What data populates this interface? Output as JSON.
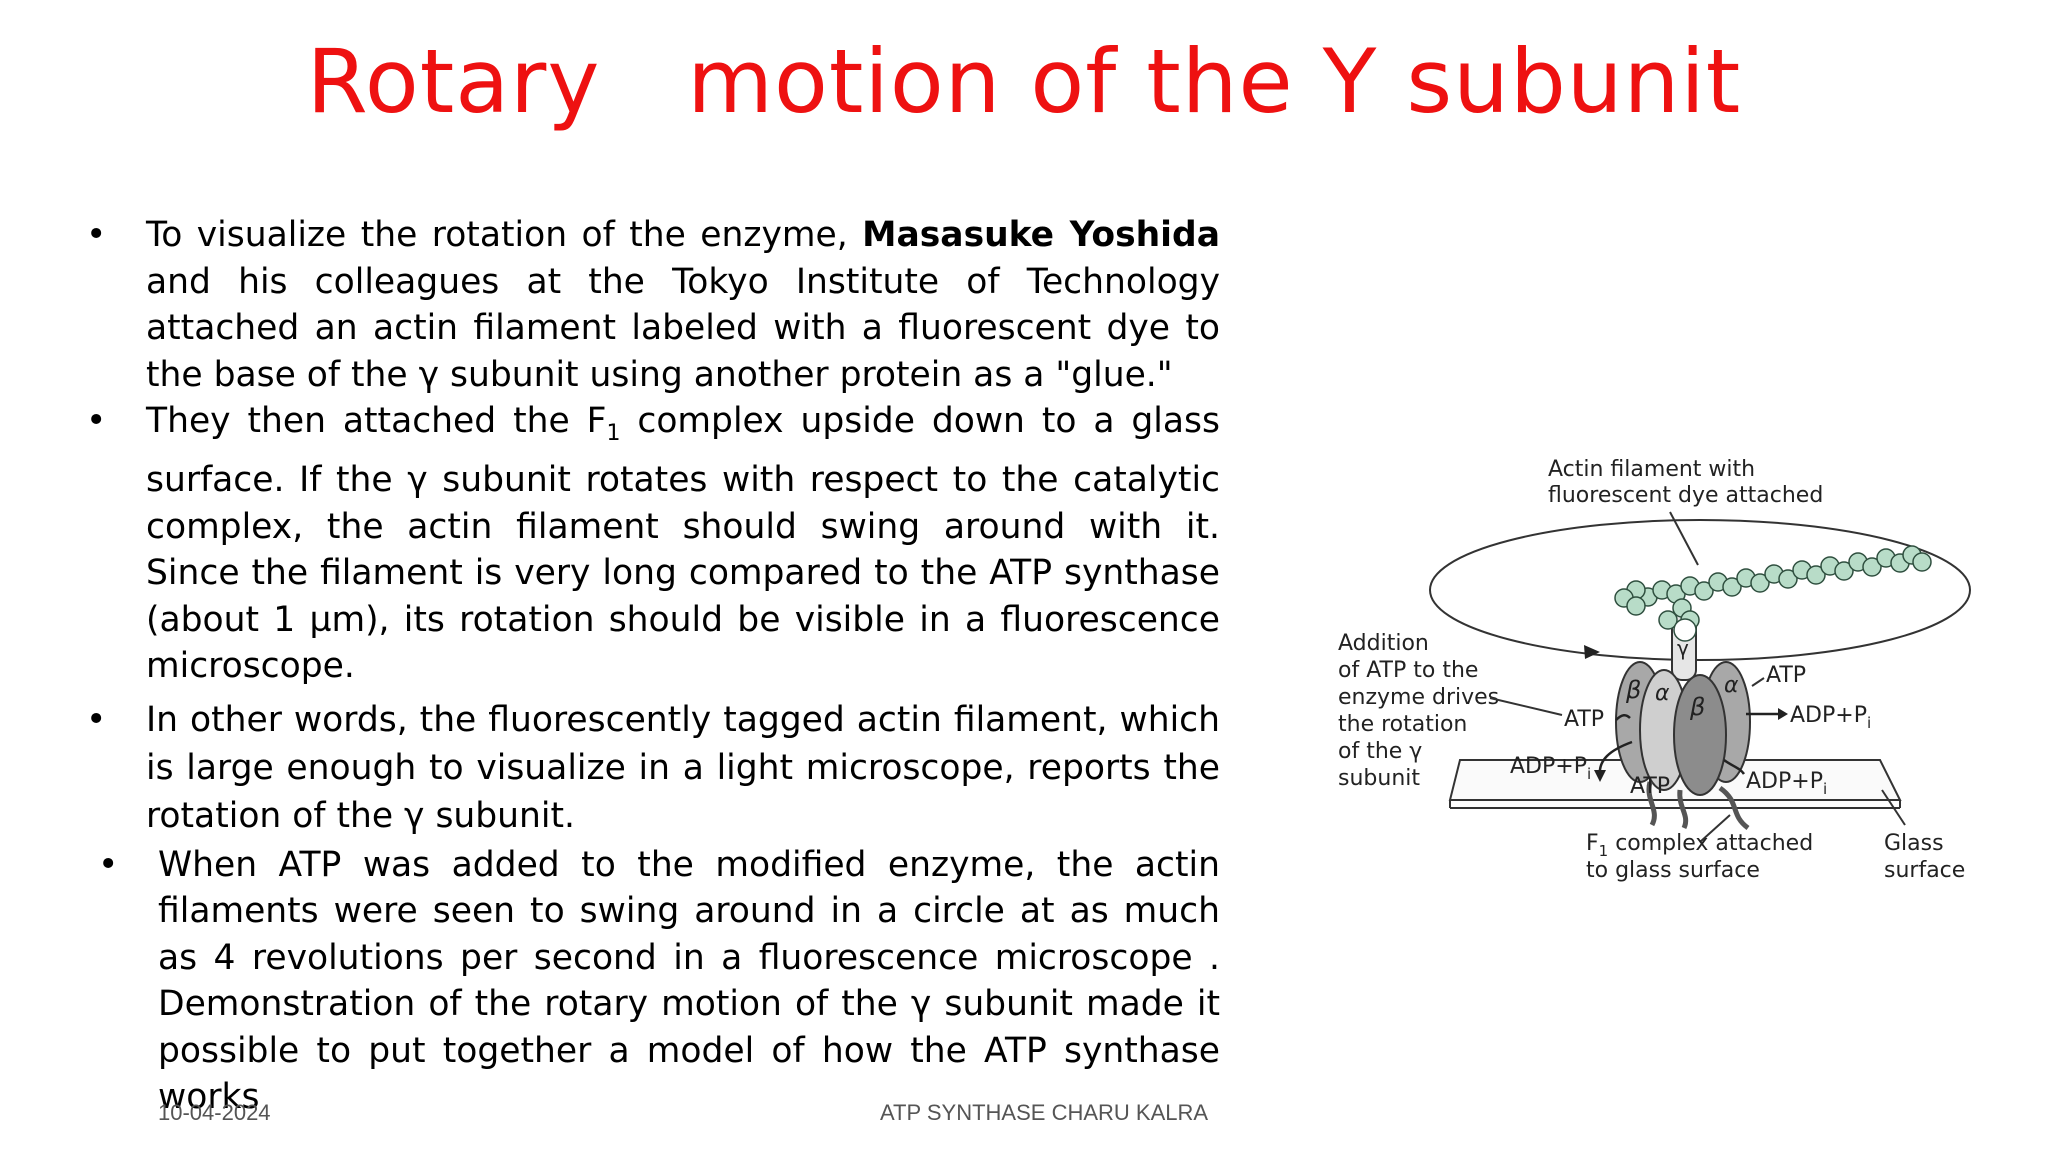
{
  "slide": {
    "title": "Rotary   motion of the Y subunit",
    "bullet_symbol": "•",
    "bullets": [
      {
        "pre": "To visualize the rotation of the enzyme, ",
        "bold": "Masasuke Yoshida",
        "post": " and his colleagues at the Tokyo Institute of Technology attached an actin filament labeled with a fluorescent dye to the base of the γ subunit using another protein as a \"glue.\""
      },
      {
        "pre": "They then attached the F",
        "sub": "1",
        "post": " complex upside down to a glass surface. If the γ subunit rotates with respect to the catalytic complex, the actin filament should swing around with it. Since the filament is very long compared to the ATP synthase (about 1 µm), its rotation should be visible in a fluorescence microscope."
      },
      {
        "text": "In other words, the fluorescently tagged actin filament, which is large enough to visualize in a light microscope, reports the rotation of the γ subunit."
      },
      {
        "text": "When ATP was added to the modified enzyme, the actin filaments were seen to swing around in a circle at as much as 4 revolutions per second in a fluorescence microscope . Demonstration of the rotary motion of the γ subunit made it possible to put together a model of how the ATP synthase works"
      }
    ],
    "footer": {
      "date": "10-04-2024",
      "text": "ATP SYNTHASE CHARU KALRA"
    }
  },
  "diagram": {
    "actin_label_line1": "Actin filament with",
    "actin_label_line2": "fluorescent dye attached",
    "addition_label": [
      "Addition",
      "of ATP to the",
      "enzyme drives",
      "the rotation",
      "of the γ",
      "subunit"
    ],
    "gamma": "γ",
    "alpha": "α",
    "beta": "β",
    "atp": "ATP",
    "adp": "ADP+P",
    "adp_sub": "i",
    "f1_label_pre": "F",
    "f1_label_sub": "1",
    "f1_label_post": " complex attached",
    "f1_label_line2": "to glass surface",
    "glass_label_line1": "Glass",
    "glass_label_line2": "surface"
  }
}
